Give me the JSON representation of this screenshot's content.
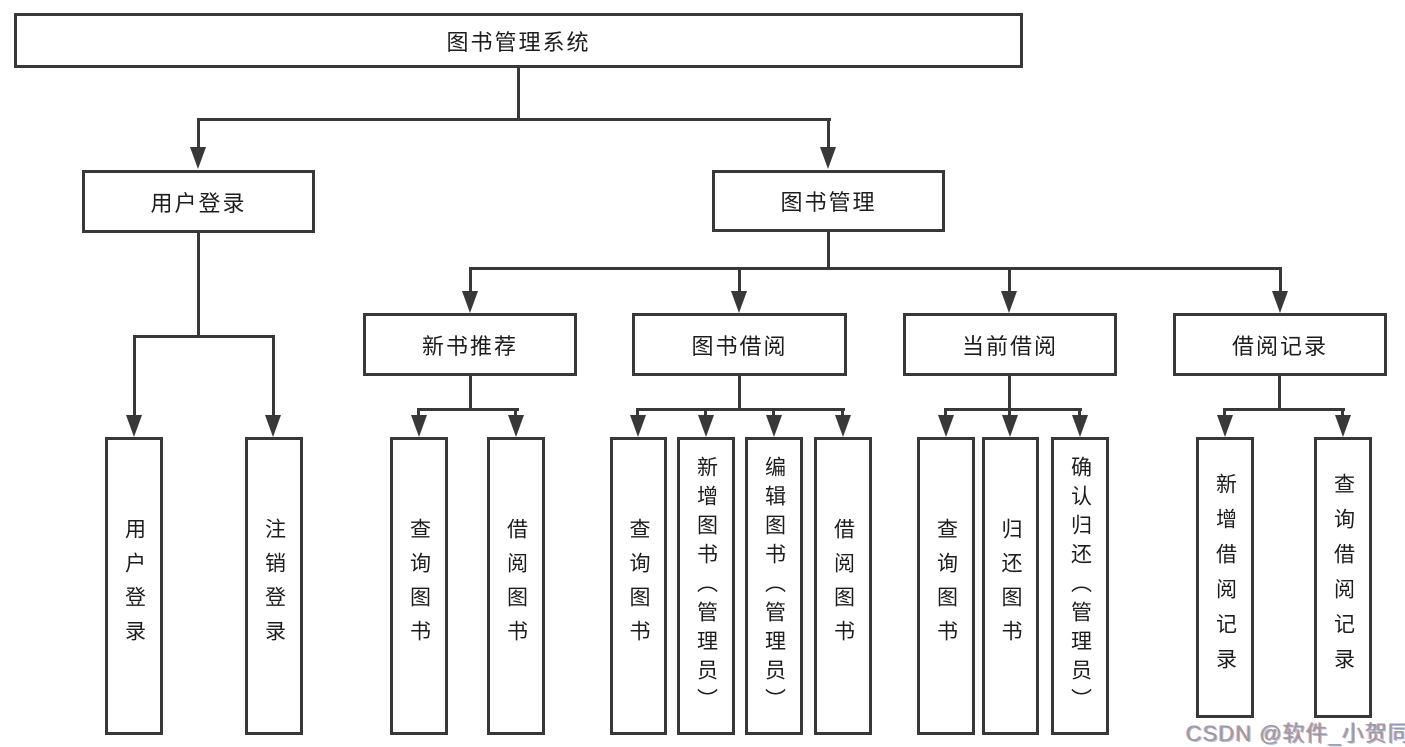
{
  "nodes": {
    "root": "图书管理系统",
    "l2_user_login": "用户登录",
    "l2_book_mgmt": "图书管理",
    "l3_new_book": "新书推荐",
    "l3_book_borrow": "图书借阅",
    "l3_current_borrow": "当前借阅",
    "l3_borrow_record": "借阅记录",
    "leaf_user_login": "用户登录",
    "leaf_logout": "注销登录",
    "leaf_nb_query": "查询图书",
    "leaf_nb_borrow": "借阅图书",
    "leaf_bb_query": "查询图书",
    "leaf_bb_add": "新增图书（管理员）",
    "leaf_bb_edit": "编辑图书（管理员）",
    "leaf_bb_borrow": "借阅图书",
    "leaf_cb_query": "查询图书",
    "leaf_cb_return": "归还图书",
    "leaf_cb_confirm": "确认归还（管理员）",
    "leaf_rec_add": "新增借阅记录",
    "leaf_rec_query": "查询借阅记录"
  },
  "hierarchy": {
    "图书管理系统": {
      "用户登录": [
        "用户登录",
        "注销登录"
      ],
      "图书管理": {
        "新书推荐": [
          "查询图书",
          "借阅图书"
        ],
        "图书借阅": [
          "查询图书",
          "新增图书（管理员）",
          "编辑图书（管理员）",
          "借阅图书"
        ],
        "当前借阅": [
          "查询图书",
          "归还图书",
          "确认归还（管理员）"
        ],
        "借阅记录": [
          "新增借阅记录",
          "查询借阅记录"
        ]
      }
    }
  },
  "watermark": {
    "text": "CSDN @软件_小贺同学"
  },
  "colors": {
    "line": "#383838",
    "text": "#1d1d1d",
    "background": "#ffffff",
    "watermark": "#9b9b9b"
  }
}
